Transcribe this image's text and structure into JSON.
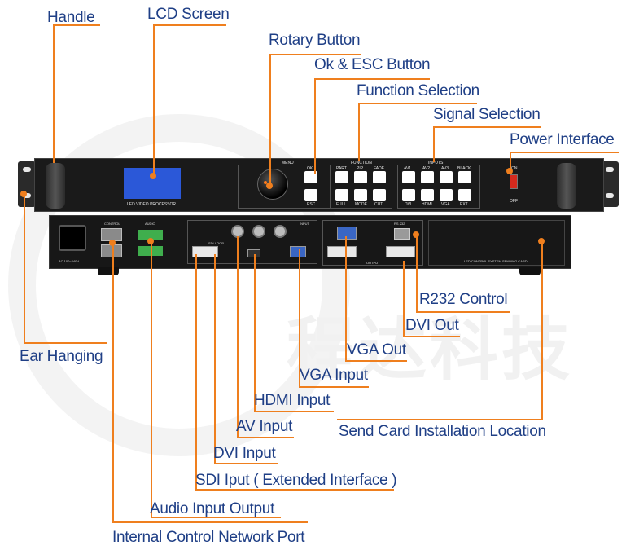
{
  "labels": {
    "handle": "Handle",
    "lcd_screen": "LCD Screen",
    "rotary_button": "Rotary Button",
    "ok_esc_button": "Ok & ESC Button",
    "function_selection": "Function Selection",
    "signal_selection": "Signal Selection",
    "power_interface": "Power Interface",
    "ear_hanging": "Ear Hanging",
    "r232_control": "R232 Control",
    "dvi_out": "DVI Out",
    "vga_out": "VGA Out",
    "vga_input": "VGA Input",
    "hdmi_input": "HDMI Input",
    "av_input": "AV Input",
    "send_card": "Send Card Installation Location",
    "dvi_input": "DVI Input",
    "sdi_input": "SDI Iput ( Extended Interface )",
    "audio_io": "Audio Input Output",
    "network_port": "Internal Control Network Port"
  },
  "device": {
    "lcd_caption": "LED VIDEO PROCESSOR",
    "menu": "MENU",
    "ok": "OK",
    "esc": "ESC",
    "function_title": "FUNCTION",
    "function_buttons": [
      "PART",
      "PIP",
      "FADE",
      "FULL",
      "MODE",
      "CUT"
    ],
    "inputs_title": "INPUTS",
    "input_buttons": [
      "AV1",
      "AV2",
      "AV3",
      "BLACK",
      "DVI",
      "HDMI",
      "VGA",
      "EXT"
    ],
    "power_on": "ON",
    "power_off": "OFF",
    "rear_control": "CONTROL",
    "rear_audio": "AUDIO",
    "rear_input": "INPUT",
    "rear_output": "OUTPUT",
    "rear_sdi_loop": "SDI LOOP",
    "rear_send_card": "LED CONTROL SYSTEM SENDING CARD",
    "rear_ac": "AC 100~240V",
    "rear_rs232": "RS 232"
  },
  "watermark": {
    "text": "程达科技"
  },
  "colors": {
    "label_text": "#1f3f86",
    "leader_line": "#ef7f1e",
    "device_body": "#1a1a1a"
  }
}
